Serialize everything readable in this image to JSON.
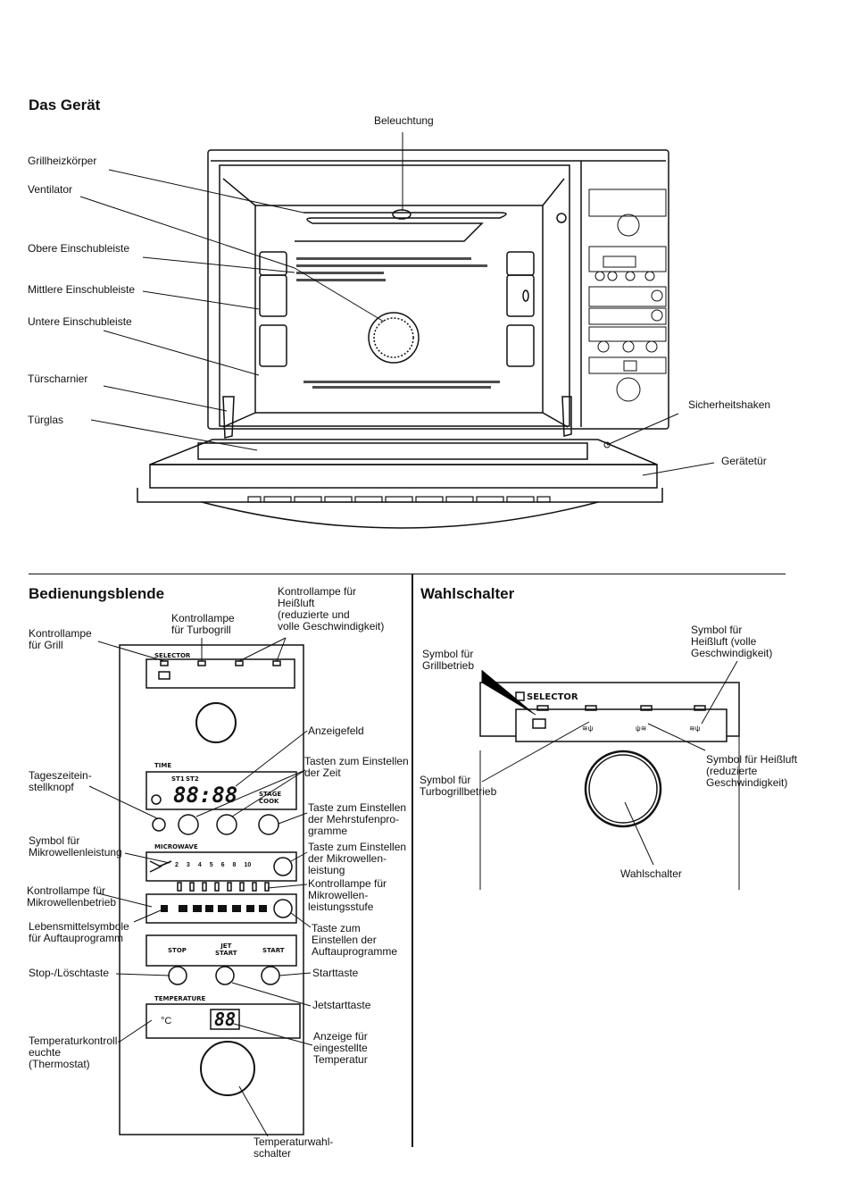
{
  "section_device": {
    "title": "Das Gerät",
    "labels": {
      "beleuchtung": "Beleuchtung",
      "grillheizkoerper": "Grillheizkörper",
      "ventilator": "Ventilator",
      "obere": "Obere Einschubleiste",
      "mittlere": "Mittlere Einschubleiste",
      "untere": "Untere Einschubleiste",
      "tuerscharnier": "Türscharnier",
      "tuerglas": "Türglas",
      "sicherheitshaken": "Sicherheitshaken",
      "geraetetuer": "Gerätetür"
    }
  },
  "section_panel": {
    "title": "Bedienungsblende",
    "labels": {
      "kontroll_grill": "Kontrollampe\nfür Grill",
      "kontroll_turbogrill": "Kontrollampe\nfür Turbogrill",
      "kontroll_heissluft": "Kontrollampe für\nHeißluft\n(reduzierte und\nvolle Geschwindigkeit)",
      "anzeigefeld": "Anzeigefeld",
      "tageszeit": "Tageszeitein-\nstellknopf",
      "tasten_zeit": "Tasten zum Einstellen\nder Zeit",
      "taste_mehrstufen": "Taste zum Einstellen\nder Mehrstufenpro-\ngramme",
      "symbol_mikro": "Symbol für\nMikrowellenleistung",
      "taste_mikro": "Taste zum Einstellen\nder Mikrowellen-\nleistung",
      "kontroll_stufe": "Kontrollampe für\nMikrowellen-\nleistungsstufe",
      "kontroll_mikrobetrieb": "Kontrollampe für\nMikrowellenbetrieb",
      "lebensmittel": "Lebensmittelsymbole\nfür Auftauprogramm",
      "taste_auftau": "Taste zum\nEinstellen der\nAuftauprogramme",
      "stop_loesch": "Stop-/Löschtaste",
      "starttaste": "Starttaste",
      "jetstarttaste": "Jetstarttaste",
      "temp_kontroll": "Temperaturkontroll-\neuchte\n(Thermostat)",
      "anzeige_temp": "Anzeige für\neingestellte\nTemperatur",
      "temp_wahl": "Temperaturwahl-\nschalter"
    },
    "panel": {
      "selector": "SELECTOR",
      "time": "TIME",
      "st1": "ST1",
      "st2": "ST2",
      "clock": "88:88",
      "stage_cook": "STAGE\nCOOK",
      "microwave": "MICROWAVE",
      "power_levels": [
        "2",
        "3",
        "4",
        "5",
        "6",
        "8",
        "10"
      ],
      "stop": "STOP",
      "jet_start": "JET\nSTART",
      "start": "START",
      "temperature": "TEMPERATURE",
      "celsius": "°C",
      "temp_display": "88"
    }
  },
  "section_selector": {
    "title": "Wahlschalter",
    "labels": {
      "symbol_grill": "Symbol für\nGrillbetrieb",
      "symbol_heissluft_voll": "Symbol für\nHeißluft (volle\nGeschwindigkeit)",
      "symbol_turbogrill": "Symbol für\nTurbogrillbetrieb",
      "symbol_heissluft_red": "Symbol für Heißluft\n(reduzierte\nGeschwindigkeit)",
      "wahlschalter": "Wahlschalter"
    },
    "panel_label": "SELECTOR"
  }
}
